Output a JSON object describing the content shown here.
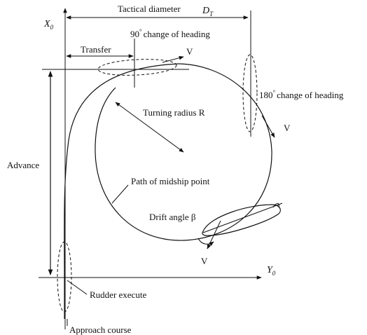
{
  "diagram": {
    "labels": {
      "tactical_diameter": "Tactical diameter",
      "tactical_diameter_symbol": "D",
      "tactical_diameter_sub": "T",
      "x_axis_symbol": "X",
      "x_axis_sub": "0",
      "y_axis_symbol": "Y",
      "y_axis_sub": "0",
      "heading_90_value": "90",
      "heading_90_deg": "°",
      "heading_90_text": "change of heading",
      "heading_180_value": "180",
      "heading_180_deg": "°",
      "heading_180_text": "change of heading",
      "transfer": "Transfer",
      "velocity_top": "V",
      "velocity_right": "V",
      "velocity_bottom": "V",
      "turning_radius": "Turning radius R",
      "advance": "Advance",
      "path_midship": "Path of midship point",
      "drift_angle": "Drift angle β",
      "rudder_execute": "Rudder execute",
      "approach_course": "Approach course"
    }
  }
}
